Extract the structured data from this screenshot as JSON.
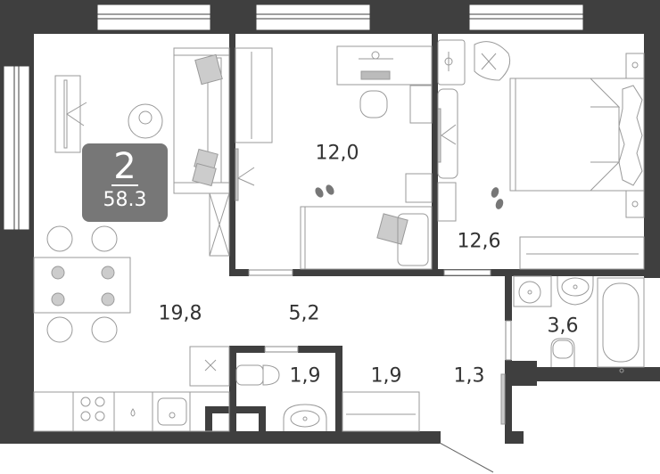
{
  "plan": {
    "summary": {
      "rooms": "2",
      "total_area": "58.3"
    },
    "rooms": [
      {
        "id": "living-kitchen",
        "area": "19,8"
      },
      {
        "id": "office-bedroom",
        "area": "12,0"
      },
      {
        "id": "bedroom",
        "area": "12,6"
      },
      {
        "id": "hallway",
        "area": "5,2"
      },
      {
        "id": "bathroom",
        "area": "3,6"
      },
      {
        "id": "wc",
        "area": "1,9"
      },
      {
        "id": "storage",
        "area": "1,9"
      },
      {
        "id": "entrance",
        "area": "1,3"
      }
    ]
  },
  "colors": {
    "wall": "#3f3f3f",
    "badge": "#777777",
    "fixture_line": "#9a9a9a",
    "fixture_fill": "#cccccc",
    "text": "#333333"
  }
}
